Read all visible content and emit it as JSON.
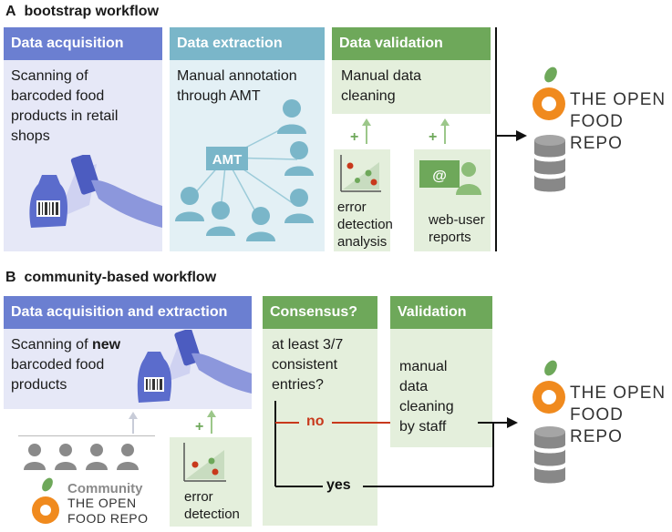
{
  "section_a": {
    "letter": "A",
    "title": "bootstrap workflow",
    "acquisition": {
      "header": "Data acquisition",
      "lines": [
        "Scanning of",
        "barcoded food",
        "products in retail",
        "shops"
      ]
    },
    "extraction": {
      "header": "Data extraction",
      "lines": [
        "Manual annotation",
        "through AMT"
      ],
      "amt_label": "AMT"
    },
    "validation": {
      "header": "Data validation",
      "lines": [
        "Manual data",
        "cleaning"
      ],
      "error_detection": [
        "error",
        "detection",
        "analysis"
      ],
      "web_user": [
        "web-user",
        "reports"
      ],
      "plus": "+"
    },
    "logo": [
      "THE OPEN",
      "FOOD REPO"
    ]
  },
  "section_b": {
    "letter": "B",
    "title": "community-based workflow",
    "acquisition": {
      "header": "Data acquisition and extraction",
      "line1_prefix": "Scanning of ",
      "line1_bold": "new",
      "lines": [
        "barcoded food",
        "products"
      ]
    },
    "community": {
      "label": "Community",
      "logo": [
        "THE OPEN",
        "FOOD REPO"
      ]
    },
    "error_detection": [
      "error",
      "detection"
    ],
    "plus": "+",
    "consensus": {
      "header": "Consensus?",
      "lines": [
        "at least 3/7",
        "consistent",
        "entries?"
      ],
      "no": "no",
      "yes": "yes"
    },
    "validation": {
      "header": "Validation",
      "lines": [
        "manual",
        "data",
        "cleaning",
        "by staff"
      ]
    },
    "logo": [
      "THE OPEN",
      "FOOD REPO"
    ]
  },
  "colors": {
    "blue_header": "#6b7fd1",
    "blue_panel": "#e6e8f7",
    "teal_header": "#7ab6c9",
    "teal_panel": "#e3f0f5",
    "green_header": "#6ea85a",
    "green_panel": "#e4efdc",
    "orange": "#f08a1e",
    "red": "#c8391c"
  }
}
